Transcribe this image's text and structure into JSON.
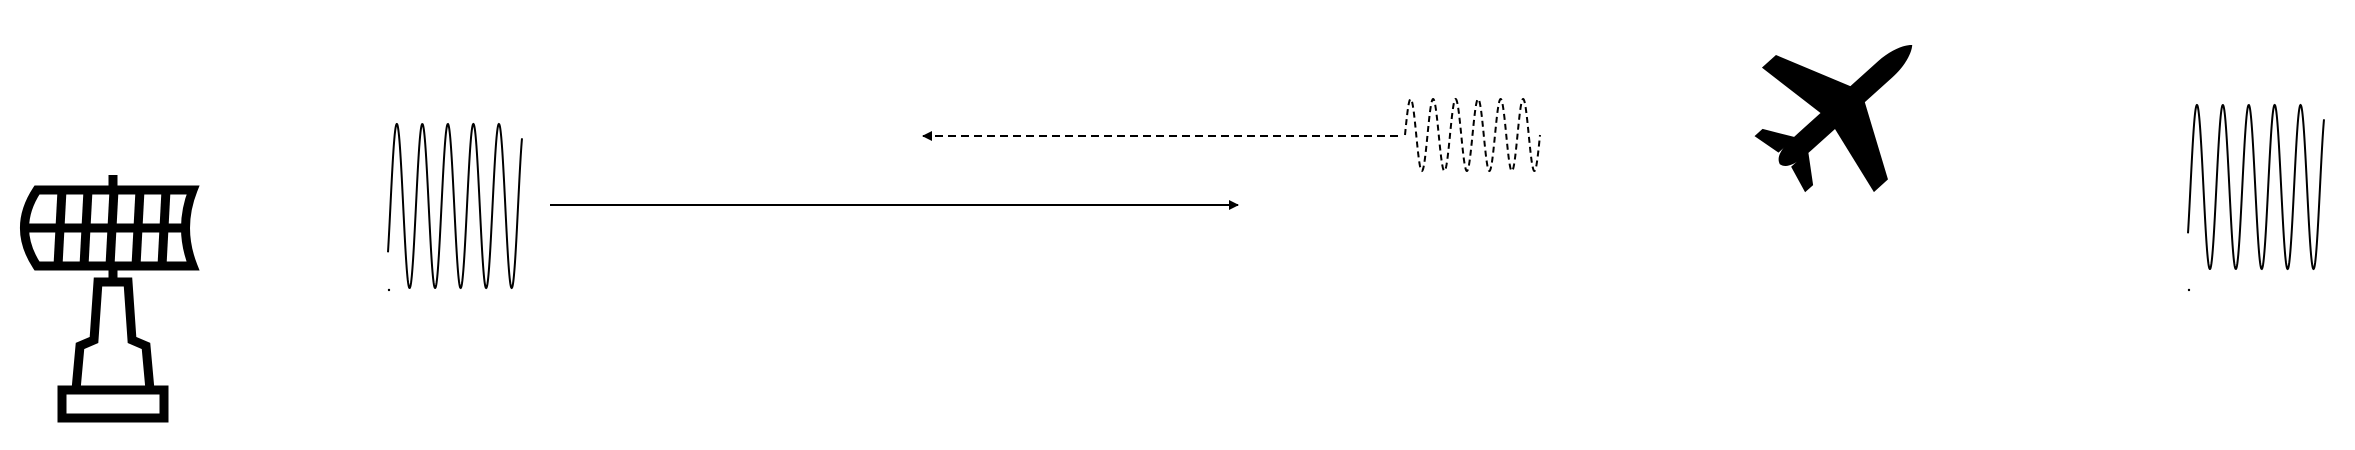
{
  "diagram": {
    "elements": [
      {
        "name": "radar-antenna-icon",
        "kind": "icon",
        "icon": "radar-dish-on-tower"
      },
      {
        "name": "transmitted-wave",
        "kind": "waveform",
        "style": "solid",
        "cycles": 5
      },
      {
        "name": "outgoing-arrow",
        "kind": "arrow",
        "direction": "right",
        "style": "solid"
      },
      {
        "name": "echo-arrow",
        "kind": "arrow",
        "direction": "left",
        "style": "dashed"
      },
      {
        "name": "echo-wave",
        "kind": "waveform",
        "style": "dashed",
        "cycles": 6
      },
      {
        "name": "airplane-icon",
        "kind": "icon",
        "icon": "airplane"
      },
      {
        "name": "incident-wave",
        "kind": "waveform",
        "style": "solid",
        "cycles": 5
      }
    ],
    "colors": {
      "background": "#ffffff",
      "stroke": "#000000"
    }
  }
}
